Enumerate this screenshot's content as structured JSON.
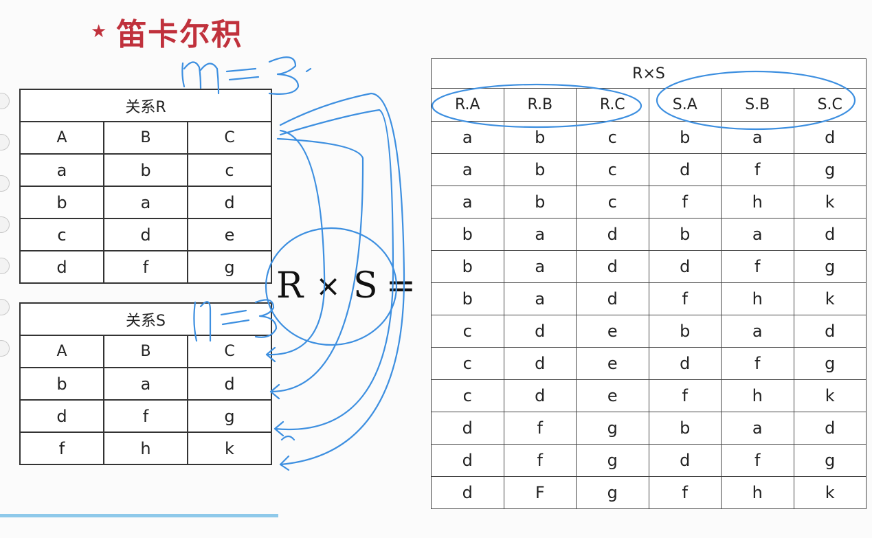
{
  "title": {
    "star": "★",
    "text": "笛卡尔积"
  },
  "relation_r": {
    "caption": "关系R",
    "headers": [
      "A",
      "B",
      "C"
    ],
    "rows": [
      [
        "a",
        "b",
        "c"
      ],
      [
        "b",
        "a",
        "d"
      ],
      [
        "c",
        "d",
        "e"
      ],
      [
        "d",
        "f",
        "g"
      ]
    ]
  },
  "relation_s": {
    "caption": "关系S",
    "headers": [
      "A",
      "B",
      "C"
    ],
    "rows": [
      [
        "b",
        "a",
        "d"
      ],
      [
        "d",
        "f",
        "g"
      ],
      [
        "f",
        "h",
        "k"
      ]
    ]
  },
  "expression": {
    "left": "R",
    "times": "×",
    "right": "S",
    "equals": "="
  },
  "product": {
    "caption": "R×S",
    "headers": [
      "R.A",
      "R.B",
      "R.C",
      "S.A",
      "S.B",
      "S.C"
    ],
    "rows": [
      [
        "a",
        "b",
        "c",
        "b",
        "a",
        "d"
      ],
      [
        "a",
        "b",
        "c",
        "d",
        "f",
        "g"
      ],
      [
        "a",
        "b",
        "c",
        "f",
        "h",
        "k"
      ],
      [
        "b",
        "a",
        "d",
        "b",
        "a",
        "d"
      ],
      [
        "b",
        "a",
        "d",
        "d",
        "f",
        "g"
      ],
      [
        "b",
        "a",
        "d",
        "f",
        "h",
        "k"
      ],
      [
        "c",
        "d",
        "e",
        "b",
        "a",
        "d"
      ],
      [
        "c",
        "d",
        "e",
        "d",
        "f",
        "g"
      ],
      [
        "c",
        "d",
        "e",
        "f",
        "h",
        "k"
      ],
      [
        "d",
        "f",
        "g",
        "b",
        "a",
        "d"
      ],
      [
        "d",
        "f",
        "g",
        "d",
        "f",
        "g"
      ],
      [
        "d",
        "F",
        "g",
        "f",
        "h",
        "k"
      ]
    ]
  },
  "annotations": {
    "m_label": "m=3",
    "n_label": "n=3",
    "ink_color": "#3d8fe0"
  },
  "colors": {
    "title": "#c0313c"
  }
}
